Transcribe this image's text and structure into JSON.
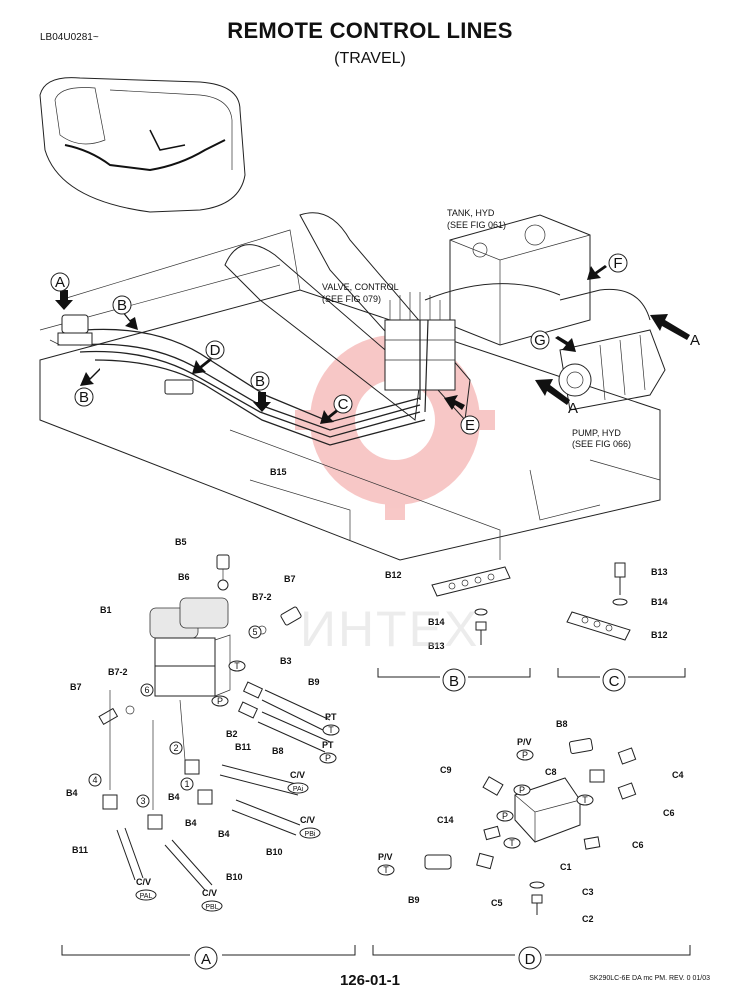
{
  "header": {
    "doc_code": "LB04U0281~",
    "title": "REMOTE CONTROL LINES",
    "subtitle": "(TRAVEL)"
  },
  "callouts_main": {
    "tank": "TANK, HYD",
    "tank_ref": "(SEE FIG 061)",
    "valve": "VALVE, CONTROL",
    "valve_ref": "(SEE FIG 079)",
    "pump": "PUMP, HYD",
    "pump_ref": "(SEE FIG 066)",
    "b15": "B15",
    "arrow_a": "A"
  },
  "view_letters": [
    "A",
    "B",
    "D",
    "B",
    "C",
    "E",
    "F",
    "G"
  ],
  "detail_a": {
    "labels": {
      "b5": "B5",
      "b6": "B6",
      "b7_top": "B7",
      "b7_2_top": "B7-2",
      "b1": "B1",
      "b3": "B3",
      "b9": "B9",
      "b7_2_left": "B7-2",
      "b7_left": "B7",
      "b2": "B2",
      "b8": "B8",
      "b11_mid": "B11",
      "b4_a": "B4",
      "b4_b": "B4",
      "b4_c": "B4",
      "b4_d": "B4",
      "b10_mid": "B10",
      "b11_low": "B11",
      "b10_low": "B10"
    },
    "port_nums": [
      "5",
      "T",
      "P",
      "6",
      "2",
      "1",
      "3",
      "4"
    ],
    "line_tags": {
      "pt_t": "PT",
      "pt_t_sub": "T",
      "pt_p": "PT",
      "pt_p_sub": "P",
      "cv_pai": "C/V",
      "cv_pai_sub": "PAi",
      "cv_pbi": "C/V",
      "cv_pbi_sub": "PBi",
      "cv_pal": "C/V",
      "cv_pal_sub": "PAL",
      "cv_pbl": "C/V",
      "cv_pbl_sub": "PBL"
    },
    "section_letter": "A"
  },
  "detail_b": {
    "labels": {
      "b12": "B12",
      "b14": "B14",
      "b13": "B13"
    },
    "section_letter": "B"
  },
  "detail_c": {
    "labels": {
      "b13": "B13",
      "b14": "B14",
      "b12": "B12"
    },
    "section_letter": "C"
  },
  "detail_d": {
    "labels": {
      "b8": "B8",
      "c4": "C4",
      "c9": "C9",
      "c8": "C8",
      "c6_a": "C6",
      "c14": "C14",
      "c6_b": "C6",
      "c1": "C1",
      "b9": "B9",
      "c5": "C5",
      "c3": "C3",
      "c2": "C2"
    },
    "port_nums": [
      "P",
      "T",
      "P",
      "T"
    ],
    "line_tags": {
      "pv_p": "P/V",
      "pv_p_sub": "P",
      "pv_t": "P/V",
      "pv_t_sub": "T"
    },
    "section_letter": "D"
  },
  "footer": {
    "page_number": "126-01-1",
    "revision": "SK290LC-6E DA mc PM. REV. 0 01/03"
  },
  "watermark_text": "ИНТЕХ"
}
